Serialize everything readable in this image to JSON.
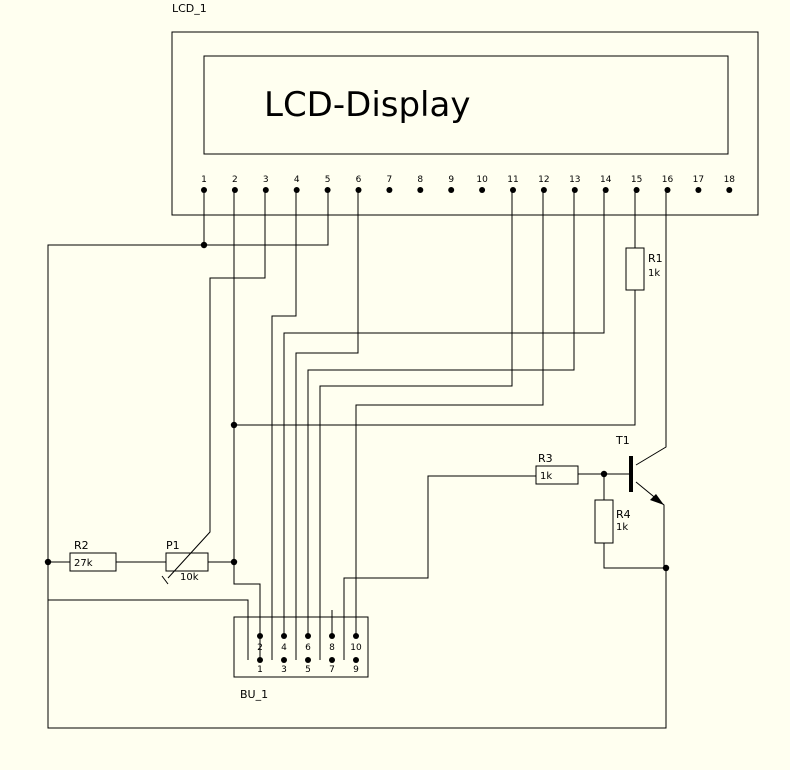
{
  "lcd": {
    "ref": "LCD_1",
    "display_text": "LCD-Display",
    "pins": [
      "1",
      "2",
      "3",
      "4",
      "5",
      "6",
      "7",
      "8",
      "9",
      "10",
      "11",
      "12",
      "13",
      "14",
      "15",
      "16",
      "17",
      "18"
    ]
  },
  "r1": {
    "ref": "R1",
    "value": "1k"
  },
  "r2": {
    "ref": "R2",
    "value": "27k"
  },
  "r3": {
    "ref": "R3",
    "value": "1k"
  },
  "r4": {
    "ref": "R4",
    "value": "1k"
  },
  "p1": {
    "ref": "P1",
    "value": "10k"
  },
  "t1": {
    "ref": "T1"
  },
  "connector": {
    "ref": "BU_1",
    "top_pins": [
      "2",
      "4",
      "6",
      "8",
      "10"
    ],
    "bottom_pins": [
      "1",
      "3",
      "5",
      "7",
      "9"
    ]
  }
}
